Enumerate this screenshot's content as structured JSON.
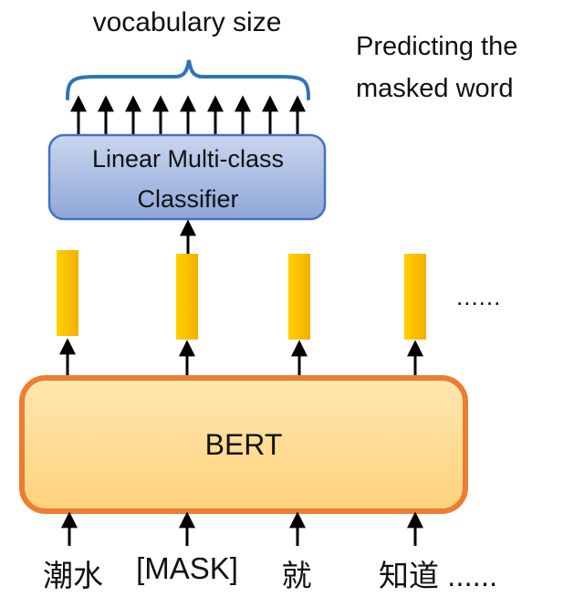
{
  "vocabulary_label": "vocabulary size",
  "prediction_label": "Predicting the\nmasked word",
  "classifier_label": "Linear Multi-class\nClassifier",
  "model_label": "BERT",
  "continuation_mark": "......",
  "tokens": [
    "潮水",
    "[MASK]",
    "就",
    "知道 ......"
  ],
  "colors": {
    "classifier_fill": "#8faadc",
    "classifier_border": "#4472c4",
    "bert_fill": "#ffd98a",
    "bert_border": "#ed7d31",
    "vector_fill": "#ffc000",
    "brace": "#2e75b6"
  }
}
